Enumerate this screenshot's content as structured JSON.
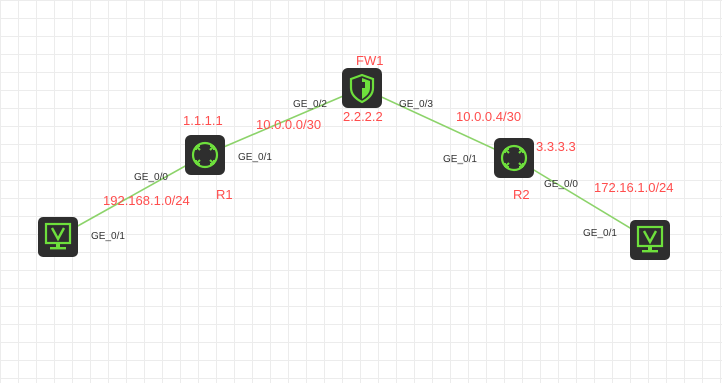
{
  "colors": {
    "link": "#8cd36a",
    "label": "#ff4d4d",
    "port": "#333333",
    "device": "#2e2e2e",
    "glyph": "#6ee03c"
  },
  "nodes": {
    "pc1": {
      "icon": "monitor-icon"
    },
    "r1": {
      "icon": "router-icon",
      "name": "R1",
      "loopback": "1.1.1.1"
    },
    "fw1": {
      "icon": "firewall-icon",
      "name": "FW1",
      "address": "2.2.2.2"
    },
    "r2": {
      "icon": "router-icon",
      "name": "R2",
      "loopback": "3.3.3.3"
    },
    "pc2": {
      "icon": "monitor-icon"
    }
  },
  "links": {
    "pc1_r1": {
      "subnet": "192.168.1.0/24",
      "port_a": "GE_0/1",
      "port_b": "GE_0/0"
    },
    "r1_fw1": {
      "subnet": "10.0.0.0/30",
      "port_a": "GE_0/1",
      "port_b": "GE_0/2"
    },
    "fw1_r2": {
      "subnet": "10.0.0.4/30",
      "port_a": "GE_0/3",
      "port_b": "GE_0/1"
    },
    "r2_pc2": {
      "subnet": "172.16.1.0/24",
      "port_a": "GE_0/0",
      "port_b": "GE_0/1"
    }
  }
}
